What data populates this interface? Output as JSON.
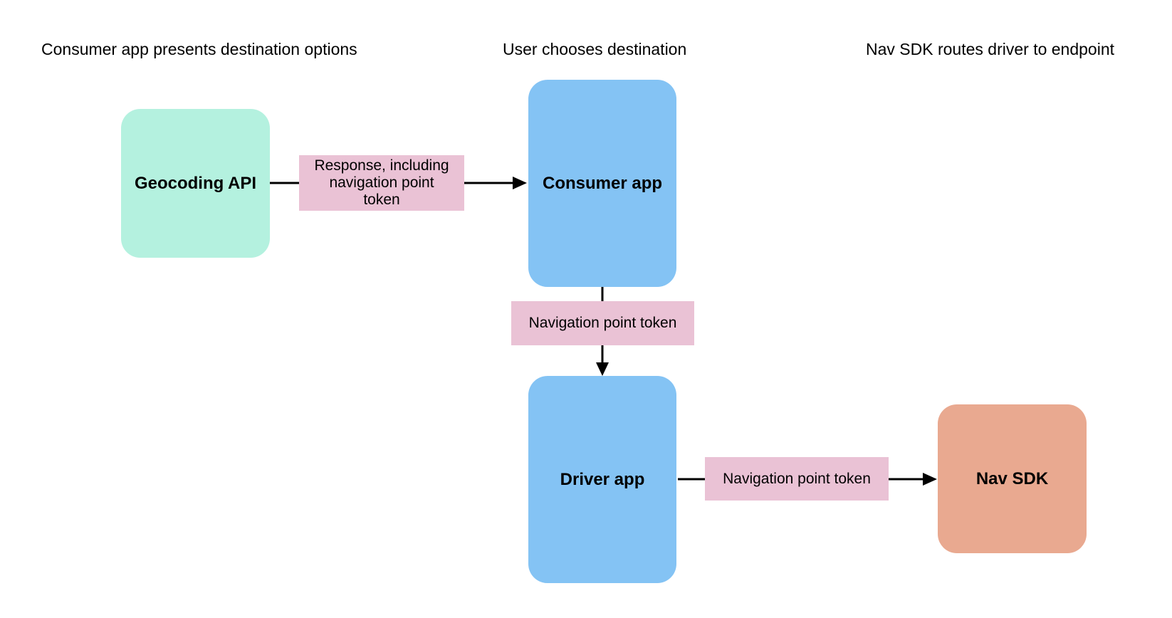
{
  "headings": {
    "left": "Consumer app presents destination options",
    "middle": "User chooses destination",
    "right": "Nav SDK routes driver to endpoint"
  },
  "nodes": {
    "geocoding": {
      "label": "Geocoding API",
      "color": "#b4f1df"
    },
    "consumer": {
      "label": "Consumer app",
      "color": "#84c3f4"
    },
    "driver": {
      "label": "Driver app",
      "color": "#84c3f4"
    },
    "navsdk": {
      "label": "Nav SDK",
      "color": "#e9a990"
    }
  },
  "edges": {
    "geocoding_to_consumer": {
      "label_lines": [
        "Response, including",
        "navigation point",
        "token"
      ]
    },
    "consumer_to_driver": {
      "label": "Navigation point token"
    },
    "driver_to_navsdk": {
      "label": "Navigation point token"
    }
  },
  "colors": {
    "edge_label_bg": "#eac2d5",
    "line": "#000000"
  }
}
